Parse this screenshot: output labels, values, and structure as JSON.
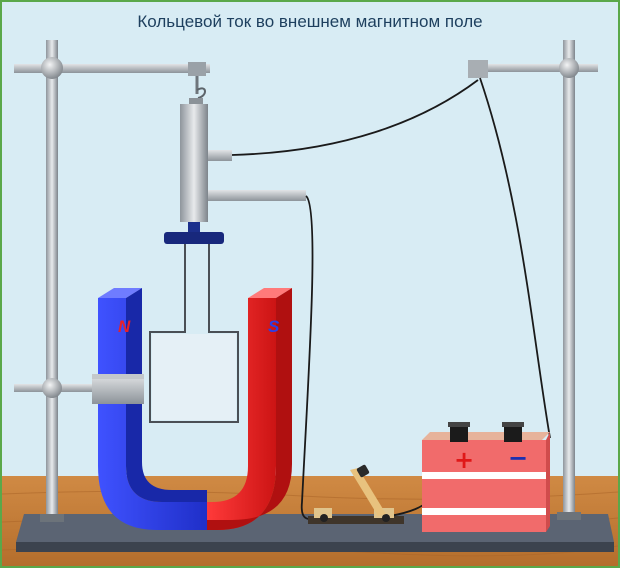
{
  "title": "Кольцевой ток во внешнем магнитном поле",
  "magnet": {
    "north_label": "N",
    "south_label": "S"
  },
  "battery": {
    "plus_label": "+",
    "minus_label": "−"
  },
  "colors": {
    "background": "#d8ecf4",
    "border": "#5aa84a",
    "magnet_north": "#2b3fe8",
    "magnet_south": "#ee2222",
    "table": "#c87f3a",
    "base": "#4d5563",
    "battery": "#f26a6a"
  }
}
